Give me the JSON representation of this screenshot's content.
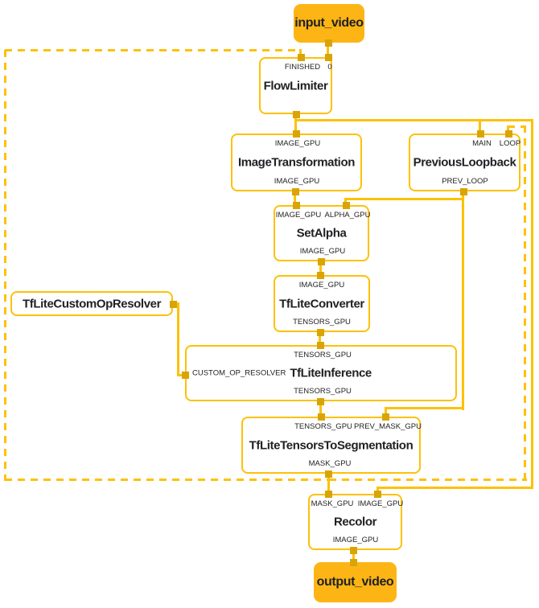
{
  "diagram": {
    "colors": {
      "edge_gold": "#FDC107",
      "port_gold": "#D9A406",
      "stream_fill": "#FDB515",
      "text_dark": "#202124"
    },
    "streams": {
      "input": {
        "label": "input_video"
      },
      "output": {
        "label": "output_video"
      }
    },
    "nodes": {
      "flow_limiter": {
        "title": "FlowLimiter",
        "in": [
          "FINISHED",
          "0"
        ]
      },
      "image_transformation": {
        "title": "ImageTransformation",
        "in": [
          "IMAGE_GPU"
        ],
        "out": [
          "IMAGE_GPU"
        ]
      },
      "previous_loopback": {
        "title": "PreviousLoopback",
        "in": [
          "MAIN",
          "LOOP"
        ],
        "out": [
          "PREV_LOOP"
        ]
      },
      "set_alpha": {
        "title": "SetAlpha",
        "in": [
          "IMAGE_GPU",
          "ALPHA_GPU"
        ],
        "out": [
          "IMAGE_GPU"
        ]
      },
      "tflite_converter": {
        "title": "TfLiteConverter",
        "in": [
          "IMAGE_GPU"
        ],
        "out": [
          "TENSORS_GPU"
        ]
      },
      "tflite_custom_op_resolver": {
        "title": "TfLiteCustomOpResolver"
      },
      "tflite_inference": {
        "title": "TfLiteInference",
        "side_input": "CUSTOM_OP_RESOLVER",
        "in": [
          "TENSORS_GPU"
        ],
        "out": [
          "TENSORS_GPU"
        ]
      },
      "tflite_tensors_to_segmentation": {
        "title": "TfLiteTensorsToSegmentation",
        "in": [
          "TENSORS_GPU",
          "PREV_MASK_GPU"
        ],
        "out": [
          "MASK_GPU"
        ]
      },
      "recolor": {
        "title": "Recolor",
        "in": [
          "MASK_GPU",
          "IMAGE_GPU"
        ],
        "out": [
          "IMAGE_GPU"
        ]
      }
    }
  }
}
